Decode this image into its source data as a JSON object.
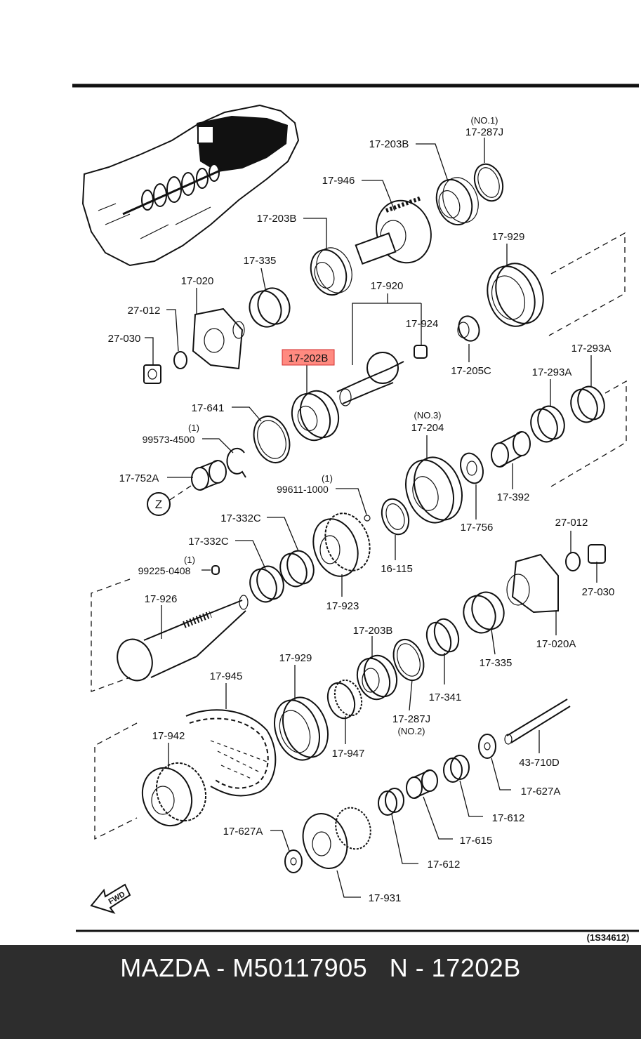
{
  "diagram": {
    "ref_code": "(1S34612)",
    "highlighted": "17-202B",
    "fwd": "FWD",
    "z_marker": "Z",
    "labels": {
      "no1": "(NO.1)",
      "p17_287J_top": "17-287J",
      "p17_203B_a": "17-203B",
      "p17_946": "17-946",
      "p17_203B_b": "17-203B",
      "p17_929_top": "17-929",
      "p17_335_top": "17-335",
      "p17_020": "17-020",
      "p17_920": "17-920",
      "p27_012_left": "27-012",
      "p17_924": "17-924",
      "p27_030_left": "27-030",
      "p17_202B": "17-202B",
      "p17_205C": "17-205C",
      "p17_293A_a": "17-293A",
      "p17_293A_b": "17-293A",
      "p17_641": "17-641",
      "one_a": "(1)",
      "p99573": "99573-4500",
      "no3": "(NO.3)",
      "p17_204": "17-204",
      "p17_752A": "17-752A",
      "one_b": "(1)",
      "p99611": "99611-1000",
      "p17_392": "17-392",
      "p17_756": "17-756",
      "p27_012_right": "27-012",
      "p17_332C_a": "17-332C",
      "p17_332C_b": "17-332C",
      "p16_115": "16-115",
      "one_c": "(1)",
      "p99225": "99225-0408",
      "p27_030_right": "27-030",
      "p17_923": "17-923",
      "p17_926": "17-926",
      "p17_020A": "17-020A",
      "p17_203B_c": "17-203B",
      "p17_335_bottom": "17-335",
      "p17_929_bottom": "17-929",
      "p17_341": "17-341",
      "p17_945": "17-945",
      "p17_287J_bottom": "17-287J",
      "no2": "(NO.2)",
      "p17_942": "17-942",
      "p17_947": "17-947",
      "p43_710D": "43-710D",
      "p17_627A_right": "17-627A",
      "p17_612_a": "17-612",
      "p17_615": "17-615",
      "p17_627A_left": "17-627A",
      "p17_612_b": "17-612",
      "p17_931": "17-931"
    }
  },
  "footer": {
    "text": "MAZDA - M50117905   N - 17202B"
  }
}
